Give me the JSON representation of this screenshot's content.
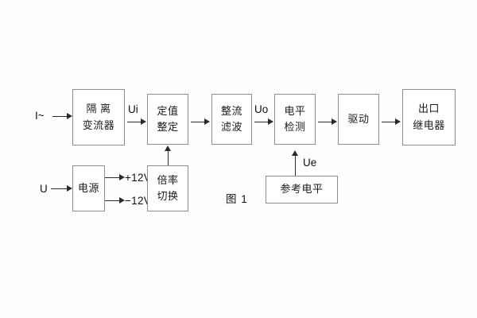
{
  "figure": {
    "caption": "图 1",
    "background_color": "#fefefe",
    "line_color": "#2b2b2b",
    "box_border_color": "#8d8d8d"
  },
  "blocks": {
    "isolation_ct": {
      "line1": "隔 离",
      "line2": "变流器"
    },
    "setting": {
      "line1": "定值",
      "line2": "整定"
    },
    "rectify_filter": {
      "line1": "整流",
      "line2": "滤波"
    },
    "level_detect": {
      "line1": "电平",
      "line2": "检测"
    },
    "drive": {
      "line1": "驱动"
    },
    "output_relay": {
      "line1": "出口",
      "line2": "继电器"
    },
    "power_supply": {
      "line1": "电源"
    },
    "multiplier_switch": {
      "line1": "倍率",
      "line2": "切换"
    },
    "reference_level": {
      "line1": "参考电平"
    }
  },
  "signals": {
    "current_input": "I~",
    "voltage_input": "U",
    "ui": "Ui",
    "uo": "Uo",
    "ue": "Ue",
    "rail_positive": "+12V",
    "rail_negative": "−12V"
  }
}
